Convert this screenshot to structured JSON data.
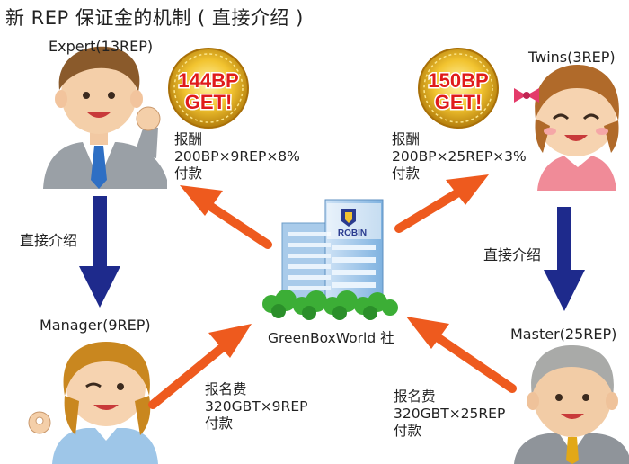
{
  "title": "新 REP 保证金的机制 ( 直接介绍 )",
  "people": {
    "expert": {
      "label": "Expert(13REP)"
    },
    "twins": {
      "label": "Twins(3REP)"
    },
    "manager": {
      "label": "Manager(9REP)"
    },
    "master": {
      "label": "Master(25REP)"
    }
  },
  "badges": {
    "expert": {
      "line1": "144BP",
      "line2": "GET!"
    },
    "twins": {
      "line1": "150BP",
      "line2": "GET!"
    }
  },
  "notes": {
    "expert_reward": "报酬\n200BP×9REP×8%\n付款",
    "twins_reward": "报酬\n200BP×25REP×3%\n付款",
    "manager_fee": "报名费\n320GBT×9REP\n付款",
    "master_fee": "报名费\n320GBT×25REP\n付款"
  },
  "relations": {
    "left": "直接介绍",
    "right": "直接介绍"
  },
  "company": {
    "name": "GreenBoxWorld 社",
    "sign": "ROBIN"
  },
  "colors": {
    "orange_arrow": "#ee5a1e",
    "navy_arrow": "#1e2a8c",
    "badge_red": "#e01b1b",
    "badge_gold": "#e8b824",
    "tree_green": "#3cae36",
    "building_blue": "#7fb2e0"
  }
}
